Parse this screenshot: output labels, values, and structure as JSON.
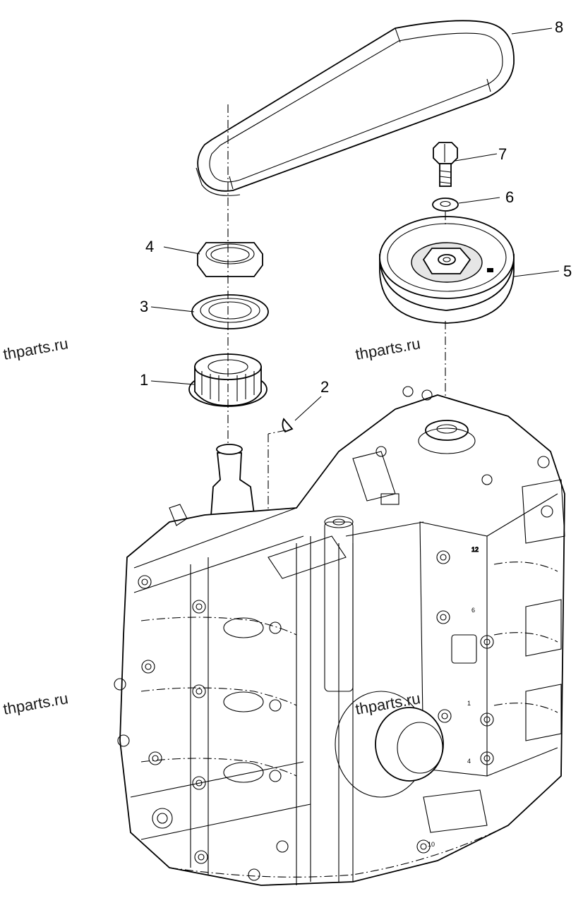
{
  "callouts": [
    {
      "id": "1",
      "part": "crankshaft-sprocket"
    },
    {
      "id": "2",
      "part": "woodruff-key"
    },
    {
      "id": "3",
      "part": "plate-washer"
    },
    {
      "id": "4",
      "part": "flange-nut"
    },
    {
      "id": "5",
      "part": "camshaft-pulley"
    },
    {
      "id": "6",
      "part": "washer"
    },
    {
      "id": "7",
      "part": "bolt"
    },
    {
      "id": "8",
      "part": "timing-belt"
    }
  ],
  "watermarks": [
    "thparts.ru",
    "thparts.ru",
    "thparts.ru",
    "thparts.ru"
  ],
  "block_markings": [
    "12",
    "6",
    "1",
    "4",
    "10"
  ]
}
